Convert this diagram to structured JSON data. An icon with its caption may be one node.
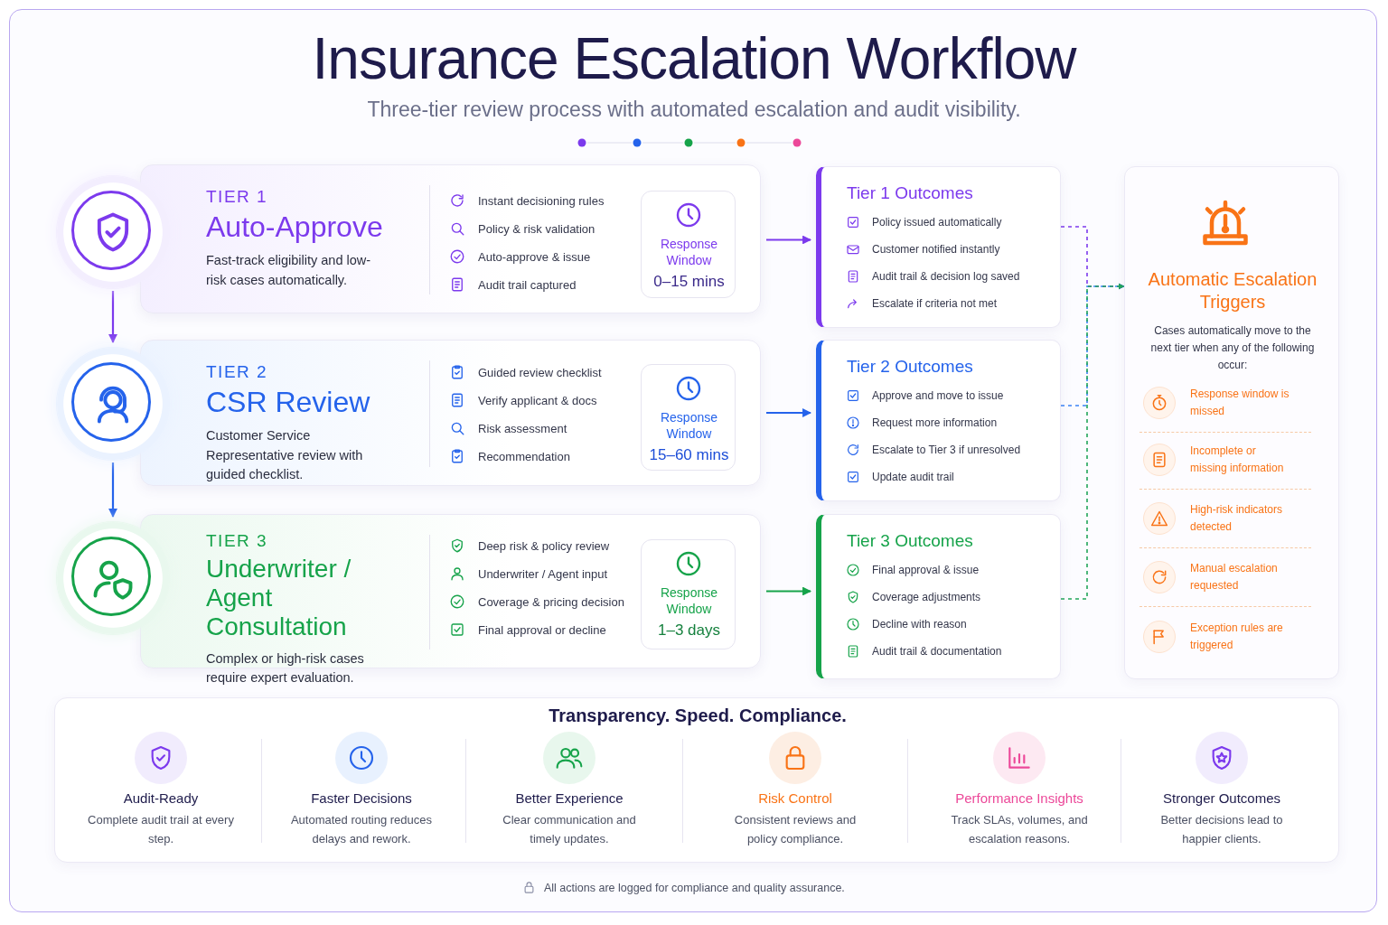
{
  "diagram": {
    "title": "Insurance Escalation Workflow",
    "nodes": [
      {
        "text": [],
        "shape": "circle"
      },
      {
        "text": [
          "TIER 1",
          "Auto-Approve",
          "Fast-track eligibility and low-risk cases automatically.",
          "Instant decisioning rules",
          "Policy & risk validation",
          "Auto-approve & issue",
          "Audit trail captured"
        ]
      },
      {
        "text": [
          "Response Window",
          "0–15 mins"
        ],
        "in": 1
      },
      {
        "text": [
          "Tier 1 Outcomes",
          "Policy issued automatically",
          "Customer notified instantly",
          "Audit trail & decision log saved",
          "Escalate if criteria not met"
        ]
      },
      {
        "text": [],
        "shape": "circle"
      },
      {
        "text": [
          "TIER 2",
          "CSR Review",
          "Customer Service Representative review with guided checklist.",
          "Guided review checklist",
          "Verify applicant & docs",
          "Risk assessment",
          "Recommendation"
        ]
      },
      {
        "text": [
          "Response Window",
          "15–60 mins"
        ],
        "in": 5
      },
      {
        "text": [
          "Tier 2 Outcomes",
          "Approve and move to issue",
          "Request more information",
          "Escalate to Tier 3 if unresolved",
          "Update audit trail"
        ]
      },
      {
        "text": [],
        "shape": "circle"
      },
      {
        "text": [
          "TIER 3",
          "Underwriter / Agent Consultation",
          "Complex or high-risk cases require expert evaluation.",
          "Deep risk & policy review",
          "Underwriter / Agent input",
          "Coverage & pricing decision",
          "Final approval or decline"
        ]
      },
      {
        "text": [
          "Response Window",
          "1–3 days"
        ],
        "in": 9
      },
      {
        "text": [
          "Tier 3 Outcomes",
          "Final approval & issue",
          "Coverage adjustments",
          "Decline with reason",
          "Audit trail & documentation"
        ]
      },
      {
        "text": [
          "Automatic Escalation Triggers",
          "Cases automatically move to the next tier when any of the following occur:",
          "Response window is missed",
          "Incomplete or missing information",
          "High-risk indicators detected",
          "Manual escalation requested",
          "Exception rules are triggered"
        ]
      },
      {
        "text": [
          "Transparency. Speed. Compliance.",
          "Audit-Ready",
          "Complete audit trail at every step.",
          "Faster Decisions",
          "Automated routing reduces delays and rework.",
          "Better Experience",
          "Clear communication and timely updates.",
          "Risk Control",
          "Consistent reviews and policy compliance.",
          "Performance Insights",
          "Track SLAs, volumes, and escalation reasons.",
          "Stronger Outcomes",
          "Better decisions lead to happier clients."
        ]
      }
    ],
    "edges": [
      {
        "from": 0,
        "to": 4,
        "arrow": "to",
        "color": "#7c3aed"
      },
      {
        "from": 4,
        "to": 8,
        "arrow": "to",
        "color": "#2563eb"
      },
      {
        "from": 1,
        "to": 3,
        "arrow": "to",
        "color": "#7c3aed"
      },
      {
        "from": 5,
        "to": 7,
        "arrow": "to",
        "color": "#2563eb"
      },
      {
        "from": 9,
        "to": 11,
        "arrow": "to",
        "color": "#16a34a"
      },
      {
        "from": 3,
        "to": 12,
        "arrow": "to",
        "style": "dashed",
        "color": "#7c3aed"
      },
      {
        "from": 7,
        "to": 12,
        "arrow": "to",
        "style": "dashed",
        "color": "#3b82f6"
      },
      {
        "from": 11,
        "to": 12,
        "arrow": "to",
        "style": "dashed",
        "color": "#22a55a"
      }
    ],
    "labels": [
      "Three-tier review process with automated escalation and audit visibility.",
      "All actions are logged for compliance and quality assurance."
    ]
  }
}
